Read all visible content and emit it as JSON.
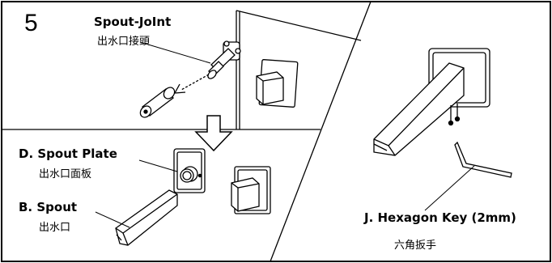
{
  "step_number": "5",
  "labels": {
    "spout_joint": "Spout-JoInt",
    "spout_joint_cn": "出水口接頭",
    "spout_plate": "D. Spout Plate",
    "spout_plate_cn": "出水口面板",
    "spout": "B. Spout",
    "spout_cn": "出水口",
    "hex_key": "J. Hexagon Key (2mm)",
    "hex_key_cn": "六角扳手"
  },
  "icons": [
    "down-arrow-icon",
    "removal-arrow-icon"
  ],
  "colors": {
    "line": "#000000",
    "background": "#ffffff"
  }
}
